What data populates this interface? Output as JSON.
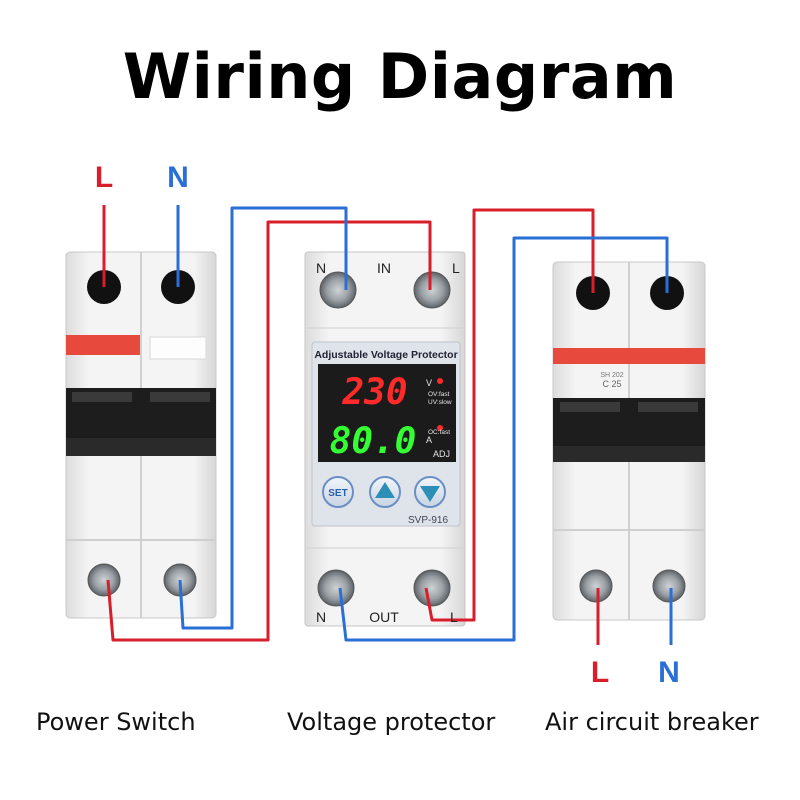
{
  "title": "Wiring Diagram",
  "captions": {
    "power_switch": "Power Switch",
    "voltage_protector": "Voltage protector",
    "air_breaker": "Air circuit breaker"
  },
  "wire_labels": {
    "in_l": "L",
    "in_n": "N",
    "out_l": "L",
    "out_n": "N"
  },
  "protector": {
    "top_n": "N",
    "top_in": "IN",
    "top_l": "L",
    "bottom_n": "N",
    "bottom_out": "OUT",
    "bottom_l": "L",
    "header": "Adjustable Voltage Protector",
    "voltage_display": "230",
    "current_display": "80.0",
    "unit_v": "V",
    "ov_fast": "OV:fast",
    "uv_slow": "UV:slow",
    "oc_fast": "OC:fast",
    "unit_a": "A",
    "adj": "ADJ",
    "set_label": "SET",
    "model": "SVP-916"
  },
  "breaker": {
    "model": "SH 202",
    "rating": "C 25"
  },
  "colors": {
    "live": "#d81e2a",
    "neutral": "#2a6fd6",
    "voltage_led": "#ff2a2a",
    "current_led": "#33ff33",
    "stripe": "#e8493d"
  }
}
